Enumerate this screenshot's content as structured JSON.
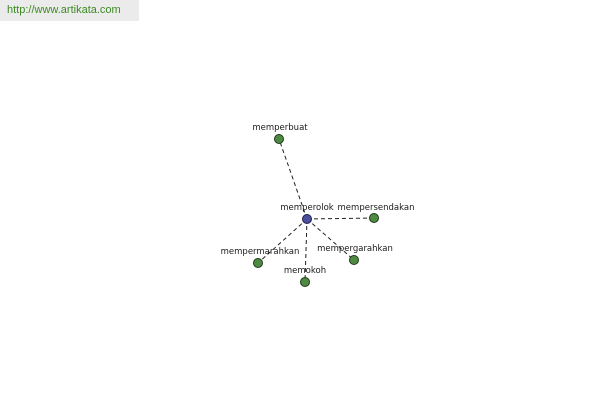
{
  "header": {
    "url": "http://www.artikata.com"
  },
  "graph": {
    "center": {
      "label": "memperolok",
      "color": "#4a4f9c"
    },
    "leaves": [
      {
        "label": "memperbuat",
        "color": "#4f8a43"
      },
      {
        "label": "mempersendakan",
        "color": "#4f8a43"
      },
      {
        "label": "mempergarahkan",
        "color": "#4f8a43"
      },
      {
        "label": "memokoh",
        "color": "#4f8a43"
      },
      {
        "label": "mempermarahkan",
        "color": "#4f8a43"
      }
    ]
  }
}
